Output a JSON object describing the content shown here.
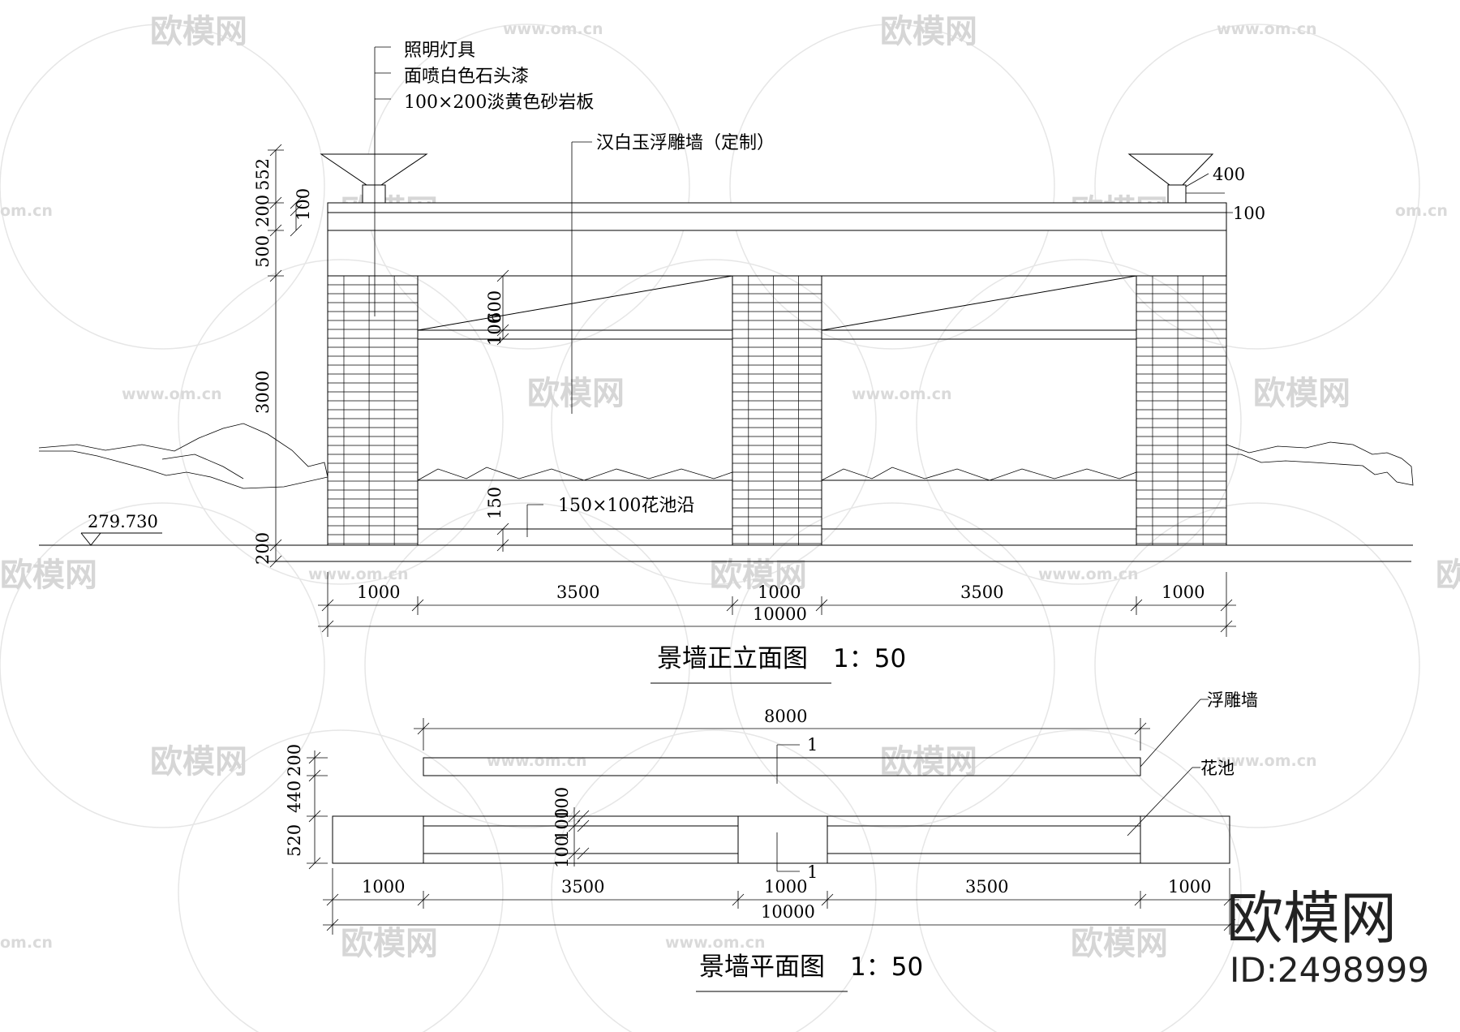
{
  "labels": {
    "light": "照明灯具",
    "paint": "面喷白色石头漆",
    "sandstone": "100×200淡黄色砂岩板",
    "relief": "汉白玉浮雕墙（定制）",
    "planter_edge": "150×100花池沿",
    "relief_plan": "浮雕墙",
    "planter_plan": "花池",
    "elevation_mark": "279.730",
    "section_mark_top": "1",
    "section_mark_bottom": "1"
  },
  "elevation_dims": {
    "left": [
      "552",
      "200",
      "500",
      "3000",
      "200"
    ],
    "inner_left": "100",
    "lamp_top": "400",
    "lamp_side": "100",
    "panel_top": "600",
    "panel_mid": "100",
    "planter": "150",
    "bottom": [
      "1000",
      "3500",
      "1000",
      "3500",
      "1000"
    ],
    "total": "10000"
  },
  "plan_dims": {
    "top": "8000",
    "left": [
      "200",
      "440",
      "520"
    ],
    "inner": [
      "100",
      "100",
      "100",
      "100"
    ],
    "bottom": [
      "1000",
      "3500",
      "1000",
      "3500",
      "1000"
    ],
    "total": "10000"
  },
  "titles": {
    "elevation": "景墙正立面图　1：50",
    "plan": "景墙平面图　1：50"
  },
  "watermark": {
    "brand": "欧模网",
    "url": "www.om.cn",
    "short_url": "om.cn",
    "id": "ID:2498999"
  }
}
